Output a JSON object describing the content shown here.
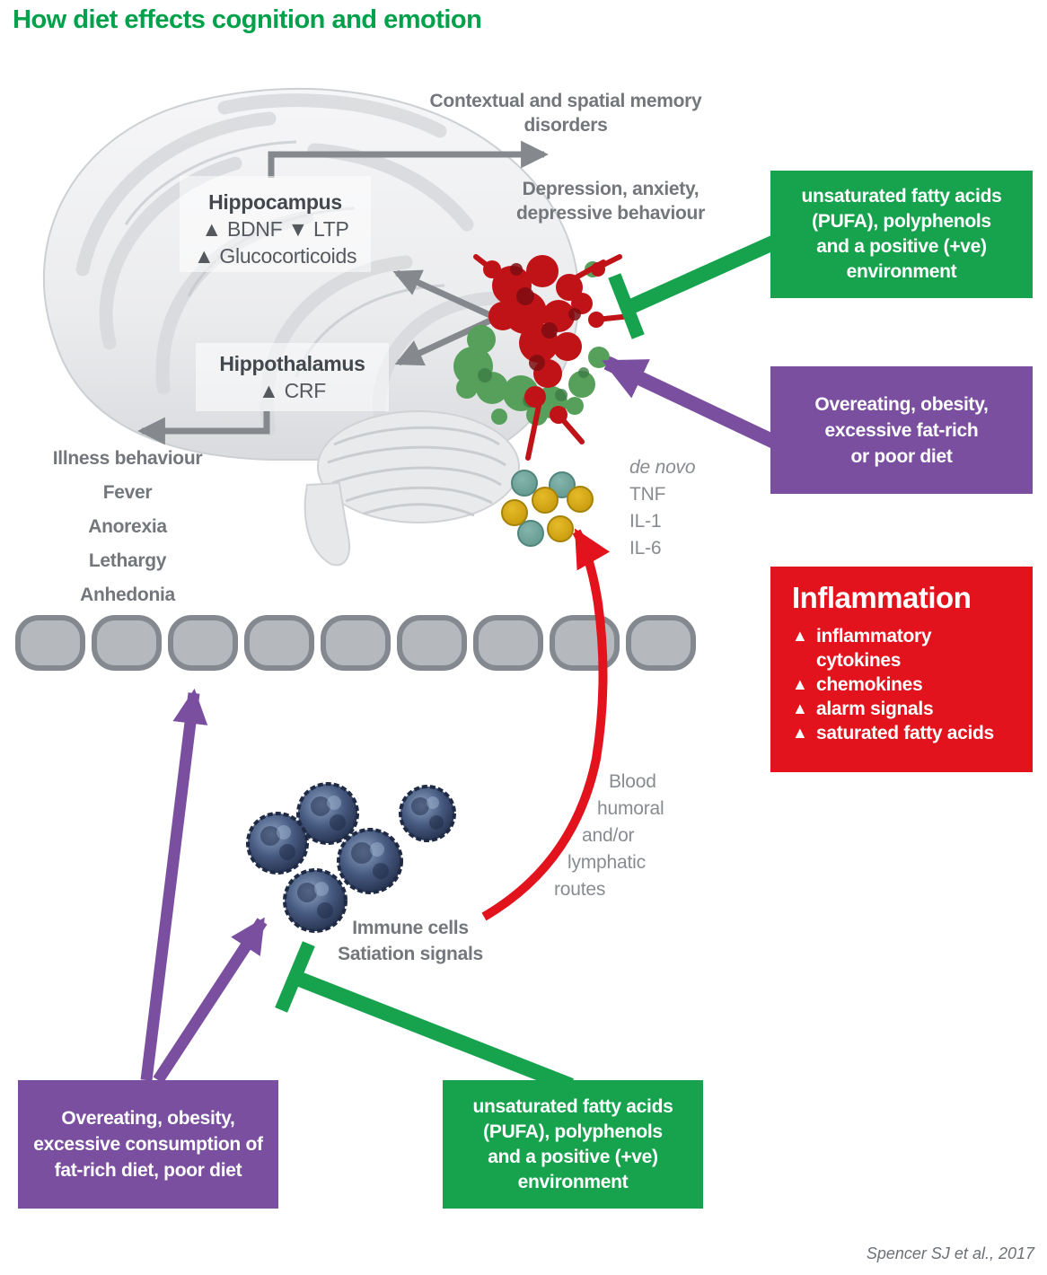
{
  "title": "How diet effects cognition and emotion",
  "colors": {
    "accent_green": "#17a24e",
    "accent_purple": "#7b4fa0",
    "accent_red": "#e2131c",
    "label_gray": "#73777c",
    "title_green": "#00a14b"
  },
  "brain_labels": {
    "hippocampus": {
      "title": "Hippocampus",
      "line1": "▲ BDNF  ▼ LTP",
      "line2": "▲ Glucocorticoids"
    },
    "hypothalamus": {
      "title": "Hippothalamus",
      "line1": "▲ CRF"
    }
  },
  "annotations": {
    "memory": {
      "line1": "Contextual and spatial memory",
      "line2": "disorders"
    },
    "depression": {
      "line1": "Depression, anxiety,",
      "line2": "depressive behaviour"
    },
    "illness": {
      "line1": "Illness behaviour",
      "line2": "Fever",
      "line3": "Anorexia",
      "line4": "Lethargy",
      "line5": "Anhedonia"
    },
    "de_novo": {
      "lead": "de novo",
      "line1": "TNF",
      "line2": "IL-1",
      "line3": "IL-6"
    },
    "routes": {
      "line1": "Blood",
      "line2": "humoral",
      "line3": "and/or",
      "line4": "lymphatic",
      "line5": "routes"
    },
    "immune": {
      "line1": "Immune cells",
      "line2": "Satiation signals"
    },
    "citation": "Spencer SJ et al., 2017"
  },
  "boxes": {
    "pufa_top": {
      "line1": "unsaturated fatty acids",
      "line2": "(PUFA), polyphenols",
      "line3": "and a positive (+ve)",
      "line4": "environment"
    },
    "overeating_right": {
      "line1": "Overeating, obesity,",
      "line2": "excessive fat-rich",
      "line3": "or poor diet"
    },
    "inflammation": {
      "title": "Inflammation",
      "marker": "▲",
      "items": [
        "inflammatory cytokines",
        "chemokines",
        "alarm signals",
        "saturated fatty acids"
      ]
    },
    "overeating_bottom": {
      "line1": "Overeating, obesity,",
      "line2": "excessive consumption of",
      "line3": "fat-rich diet, poor diet"
    },
    "pufa_bottom": {
      "line1": "unsaturated fatty acids",
      "line2": "(PUFA), polyphenols",
      "line3": "and a positive (+ve)",
      "line4": "environment"
    }
  }
}
